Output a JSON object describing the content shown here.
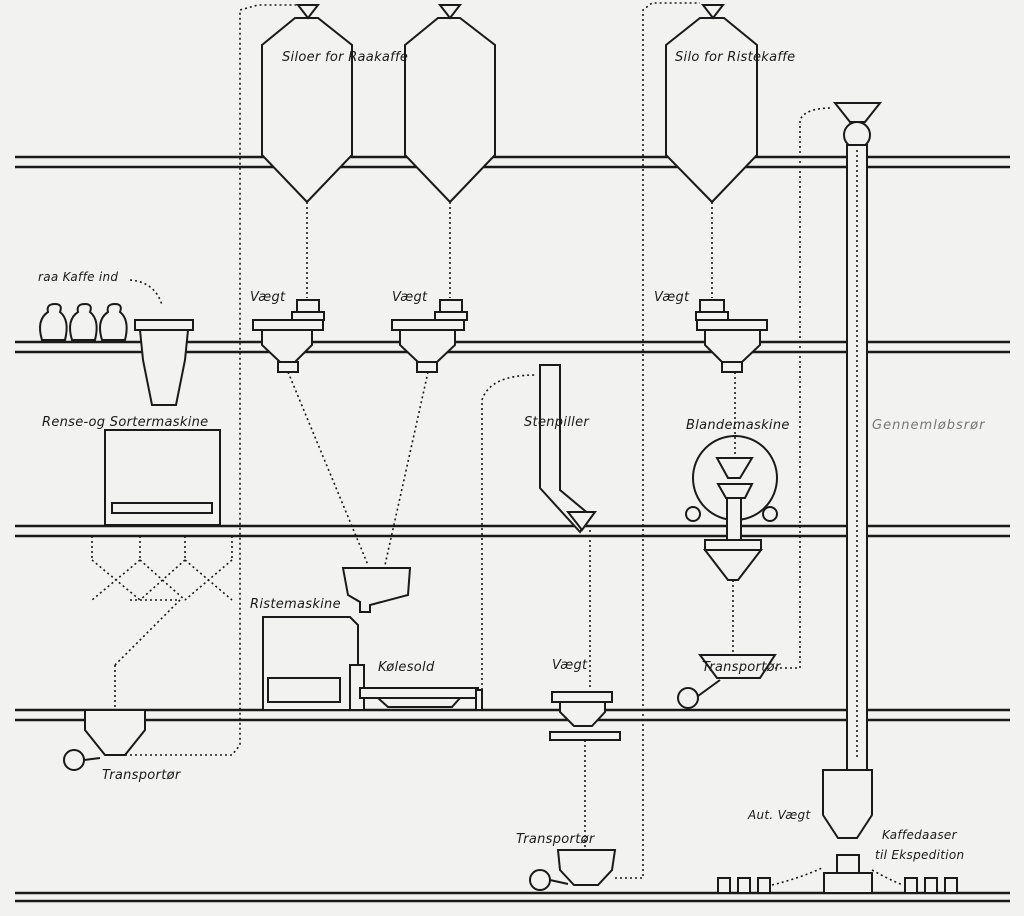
{
  "labels": {
    "silo_raw": "Siloer for Raakaffe",
    "silo_roasted": "Silo for Ristekaffe",
    "raw_coffee_in": "raa Kaffe ind",
    "scale_1": "Vægt",
    "scale_2": "Vægt",
    "scale_3": "Vægt",
    "scale_4": "Vægt",
    "cleaning_machine": "Rense-og Sortermaskine",
    "stone_separator": "Stenpiller",
    "blending_machine": "Blandemaskine",
    "passthrough": "Gennemløbsrør",
    "roasting_machine": "Ristemaskine",
    "cooling_sieve": "Kølesold",
    "conveyor_1": "Transportør",
    "conveyor_2": "Transportør",
    "conveyor_3": "Transportør",
    "auto_scale": "Aut. Vægt",
    "coffee_cans_line1": "Kaffedaaser",
    "coffee_cans_line2": "til Ekspedition"
  },
  "colors": {
    "line": "#1a1a1a",
    "background": "#f2f2f0"
  }
}
